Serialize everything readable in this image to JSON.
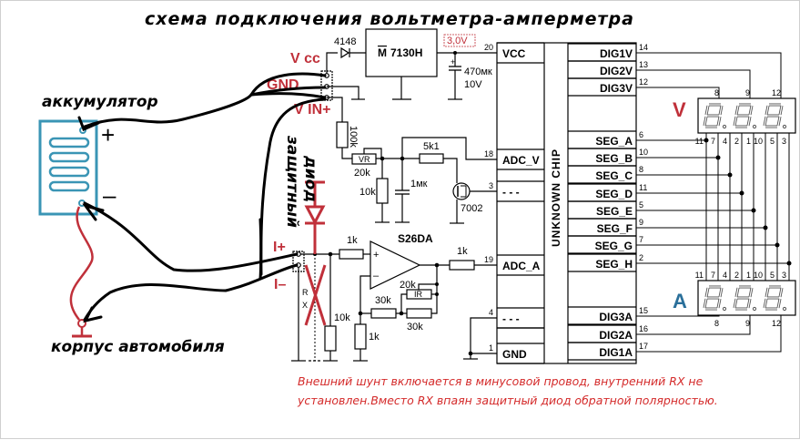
{
  "title": "схема   подключения   вольтметра-амперметра",
  "labels": {
    "vcc": "V cc",
    "gnd": "GND",
    "vin": "V IN+",
    "i_plus": "I+",
    "i_minus": "I–",
    "battery": "аккумулятор",
    "battery_plus": "+",
    "battery_minus": "–",
    "car_body": "корпус автомобиля",
    "protect_diode_1": "защитный",
    "protect_diode_2": "диод",
    "rx_r": "R",
    "rx_x": "X"
  },
  "components": {
    "diode": "4148",
    "regulator": "7130H",
    "regulator_logo": "M",
    "vout": "3,0V",
    "cap_main_1": "470мк",
    "cap_main_2": "10V",
    "r_100k": "100k",
    "vr": "VR",
    "vr_val": "20k",
    "r_10k_div": "10k",
    "r_5k1": "5k1",
    "cap_1mk": "1мк",
    "mosfet": "7002",
    "r_1k_in": "1k",
    "opamp": "S26DA",
    "r_1k_out": "1k",
    "r_10k_shunt": "10k",
    "r_1k_gnd": "1k",
    "r_30k_a": "30k",
    "r_30k_b": "30k",
    "ir": "IR",
    "ir_val": "20k"
  },
  "chip": {
    "name": "UNKNOWN CHIP",
    "left_pins": [
      {
        "num": "20",
        "label": "VCC"
      },
      {
        "num": "18",
        "label": "ADC_V"
      },
      {
        "num": "3",
        "label": "- - -"
      },
      {
        "num": "19",
        "label": "ADC_A"
      },
      {
        "num": "4",
        "label": "- - -"
      },
      {
        "num": "1",
        "label": "GND"
      }
    ],
    "right_pins": [
      {
        "num": "14",
        "label": "DIG1V"
      },
      {
        "num": "13",
        "label": "DIG2V"
      },
      {
        "num": "12",
        "label": "DIG3V"
      },
      {
        "num": "6",
        "label": "SEG_A"
      },
      {
        "num": "10",
        "label": "SEG_B"
      },
      {
        "num": "8",
        "label": "SEG_C"
      },
      {
        "num": "11",
        "label": "SEG_D"
      },
      {
        "num": "5",
        "label": "SEG_E"
      },
      {
        "num": "9",
        "label": "SEG_F"
      },
      {
        "num": "7",
        "label": "SEG_G"
      },
      {
        "num": "2",
        "label": "SEG_H"
      },
      {
        "num": "15",
        "label": "DIG3A"
      },
      {
        "num": "16",
        "label": "DIG2A"
      },
      {
        "num": "17",
        "label": "DIG1A"
      }
    ]
  },
  "displays": {
    "volt_label": "V",
    "amp_label": "A",
    "volt_color": "#c0303a",
    "amp_color": "#2a6f9a",
    "seg_pins": [
      "11",
      "7",
      "4",
      "2",
      "1",
      "10",
      "5",
      "3"
    ],
    "dig_pins": [
      "8",
      "9",
      "12"
    ]
  },
  "note": {
    "line1": "Внешний шунт включается в минусовой провод, внутренний RX не",
    "line2": "установлен.Вместо RX впаян защитный диод обратной полярностью."
  }
}
